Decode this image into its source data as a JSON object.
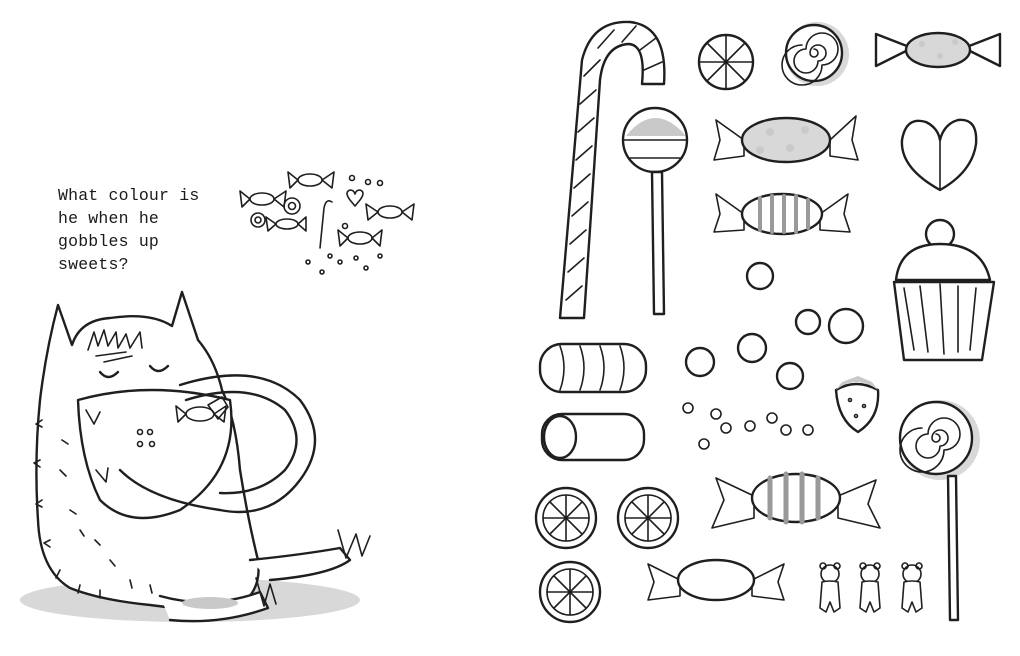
{
  "caption": {
    "lines": [
      "What colour is",
      "he when he",
      "gobbles up",
      "sweets?"
    ]
  },
  "icons": {
    "monster": "monster-eating-candy-illustration",
    "candy_cluster": "candy-pile-icon",
    "candy_collection": "sweets-illustrations"
  },
  "colors": {
    "ink": "#1f1f1f",
    "shade": "#c9c9c9",
    "paper": "#ffffff"
  }
}
